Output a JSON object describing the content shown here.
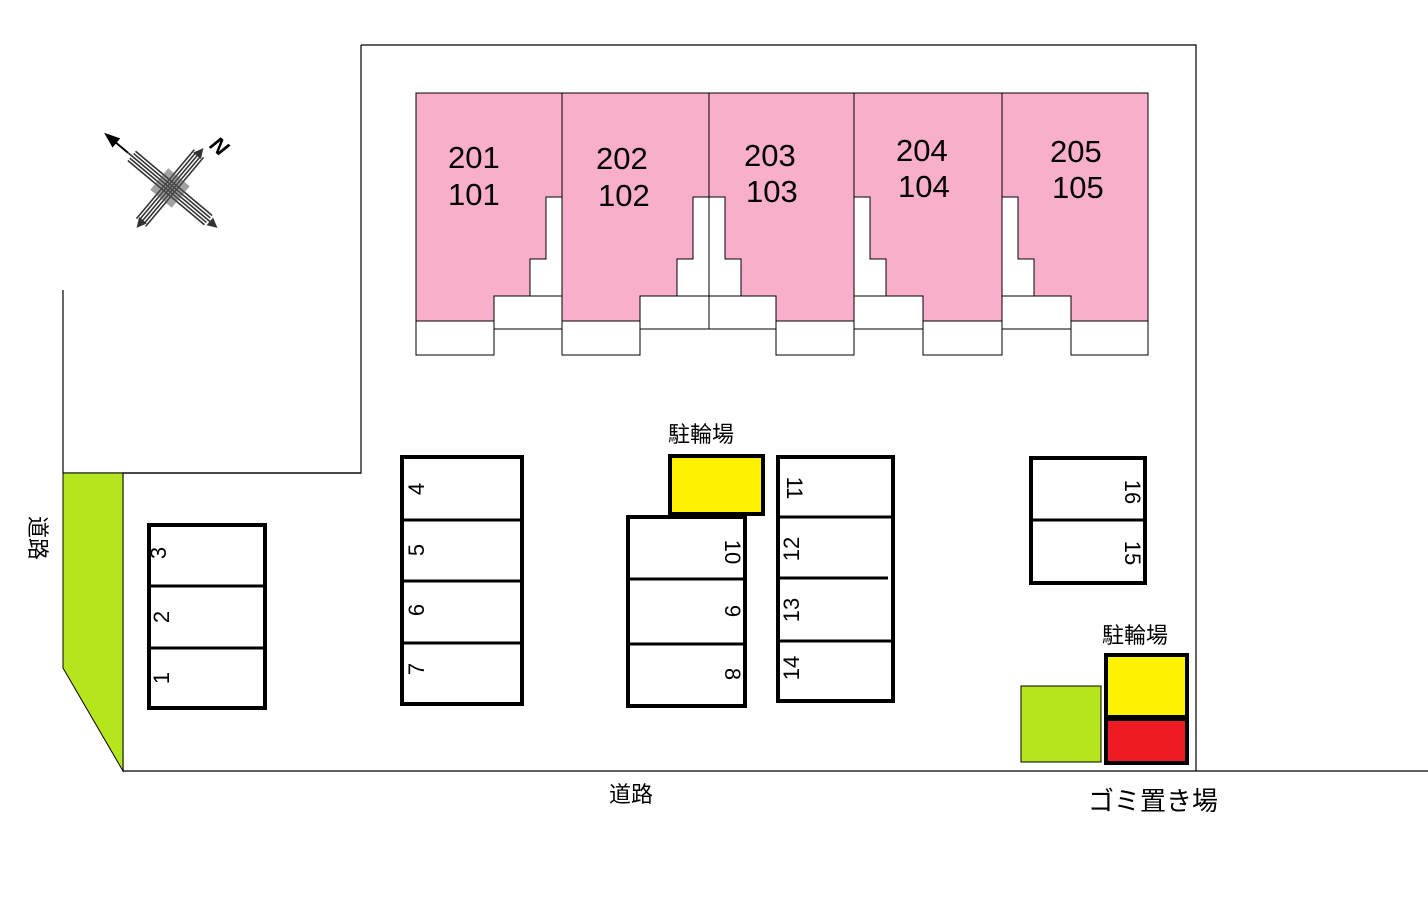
{
  "units": [
    {
      "top": "201",
      "bottom": "101"
    },
    {
      "top": "202",
      "bottom": "102"
    },
    {
      "top": "203",
      "bottom": "103"
    },
    {
      "top": "204",
      "bottom": "104"
    },
    {
      "top": "205",
      "bottom": "105"
    }
  ],
  "parking": {
    "group_a": [
      "3",
      "2",
      "1"
    ],
    "group_b": [
      "4",
      "5",
      "6",
      "7"
    ],
    "group_c": [
      "10",
      "9",
      "8"
    ],
    "group_d": [
      "11",
      "12",
      "13",
      "14"
    ],
    "group_e": [
      "16",
      "15"
    ]
  },
  "labels": {
    "bicycle_parking_1": "駐輪場",
    "bicycle_parking_2": "駐輪場",
    "road_left": "道路",
    "road_bottom": "道路",
    "garbage": "ゴミ置き場",
    "north": "N"
  },
  "colors": {
    "unit_fill": "#F9AECB",
    "bicycle_fill": "#FFF200",
    "green_fill": "#B5E61D",
    "garbage_fill": "#ED1C24"
  },
  "icons": [
    "compass-rose-icon"
  ]
}
